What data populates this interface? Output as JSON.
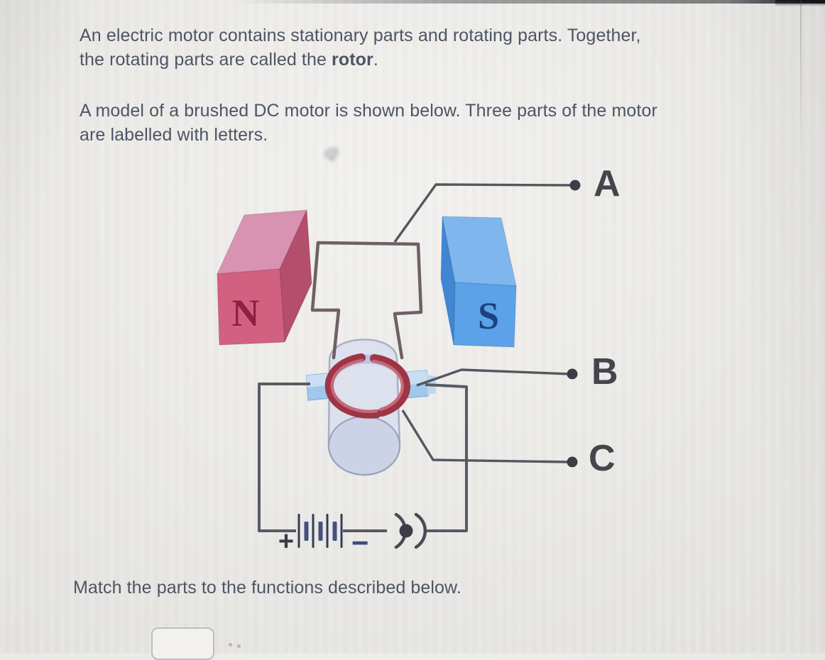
{
  "intro": {
    "paragraph1": {
      "line1": "An electric motor contains stationary parts and rotating parts. Together,",
      "line2_prefix": "the rotating parts are called the ",
      "line2_bold": "rotor",
      "line2_suffix": "."
    },
    "paragraph2": {
      "line1": "A model of a brushed DC motor is shown below. Three parts of the motor",
      "line2": "are labelled with letters."
    }
  },
  "diagram": {
    "north_magnet_label": "N",
    "south_magnet_label": "S",
    "labels": {
      "a": "A",
      "b": "B",
      "c": "C"
    },
    "battery": {
      "plus": "+",
      "minus": "−"
    },
    "colors": {
      "north_magnet": "#d26181",
      "south_magnet": "#5ba2e8",
      "commutator_red": "#9e3545",
      "brush_blue": "#9fc8ea",
      "rotor_cylinder": "#dde0ed",
      "wire": "#5a5a64",
      "coil": "#6f5f66",
      "label_text": "#45454d"
    }
  },
  "footer": {
    "prompt": "Match the parts to the functions described below."
  }
}
